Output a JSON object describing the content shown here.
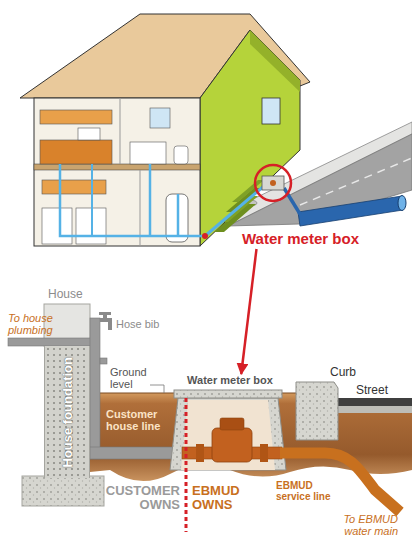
{
  "diagram": {
    "nodes": [
      {
        "text": [
          "Water meter box"
        ]
      },
      {
        "text": [
          "Water meter box"
        ]
      },
      {
        "text": [
          "House foundation"
        ]
      }
    ],
    "edges": [
      {
        "from": 0,
        "to": 1,
        "arrow": "to"
      }
    ],
    "labels": [
      "House",
      "To house plumbing",
      "Hose bib",
      "Ground level",
      "Customer house line",
      "CUSTOMER OWNS",
      "EBMUD OWNS",
      "EBMUD service line",
      "To EBMUD water main",
      "Curb",
      "Street"
    ]
  }
}
